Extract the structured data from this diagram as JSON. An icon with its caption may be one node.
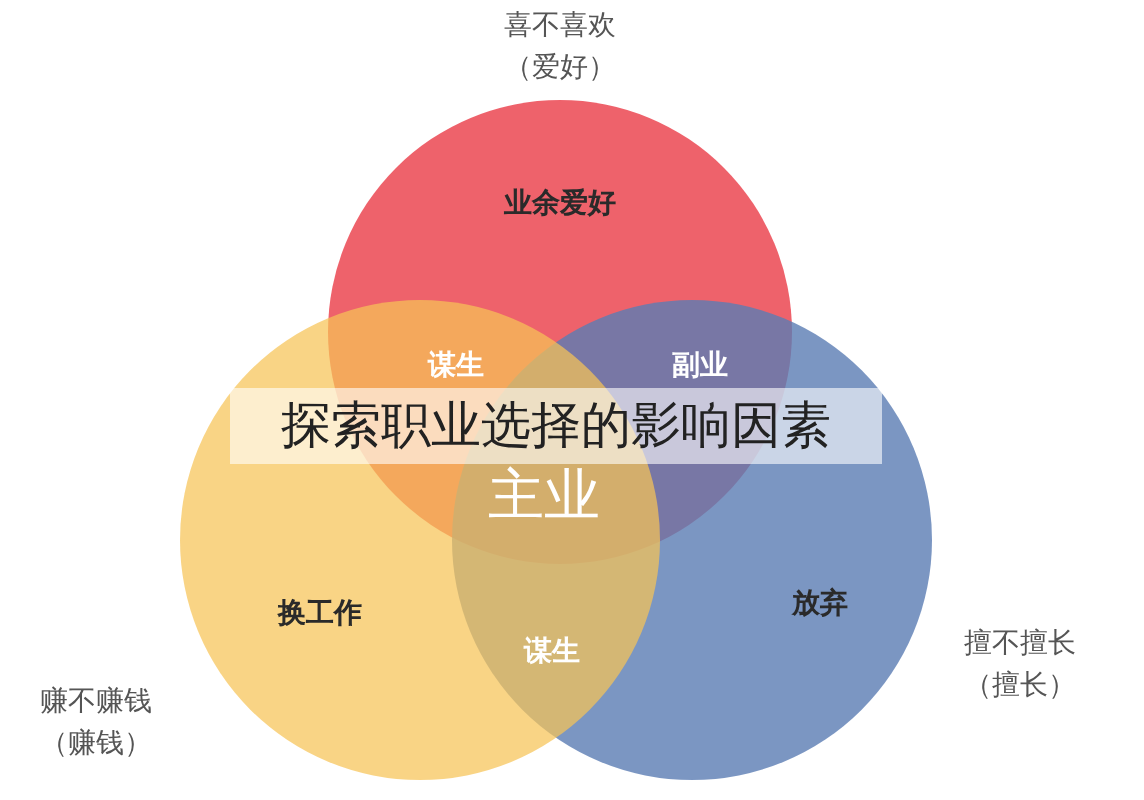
{
  "diagram": {
    "title": "探索职业选择的影响因素",
    "nodes": [
      {
        "text": [
          "喜不喜欢（爱好）",
          "业余爱好"
        ]
      },
      {
        "text": [
          "赚不赚钱（赚钱）",
          "换工作"
        ]
      },
      {
        "text": [
          "擅不擅长（擅长）",
          "放弃"
        ]
      }
    ],
    "labels": [
      "谋生",
      "副业",
      "主业",
      "谋生"
    ]
  }
}
